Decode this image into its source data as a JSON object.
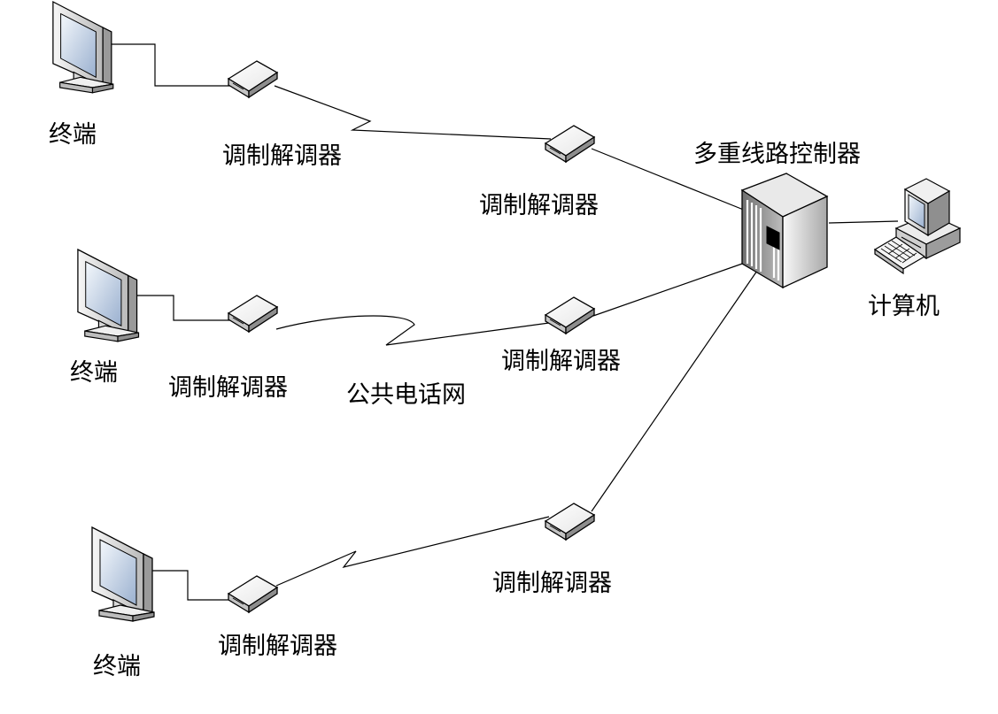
{
  "labels": {
    "terminal_1": "终端",
    "terminal_2": "终端",
    "terminal_3": "终端",
    "modem_t1": "调制解调器",
    "modem_t2": "调制解调器",
    "modem_t3": "调制解调器",
    "modem_c1": "调制解调器",
    "modem_c2": "调制解调器",
    "modem_c3": "调制解调器",
    "controller": "多重线路控制器",
    "computer": "计算机",
    "network": "公共电话网"
  },
  "icons": {
    "terminal": "crt-monitor-icon",
    "modem": "modem-icon",
    "controller": "server-tower-icon",
    "computer": "desktop-computer-icon"
  },
  "colors": {
    "line": "#000000",
    "screen_light": "#eef4fa",
    "screen_dark": "#9bb0cf",
    "body_light": "#f2f2f2",
    "body_dark": "#8a8a8a"
  }
}
